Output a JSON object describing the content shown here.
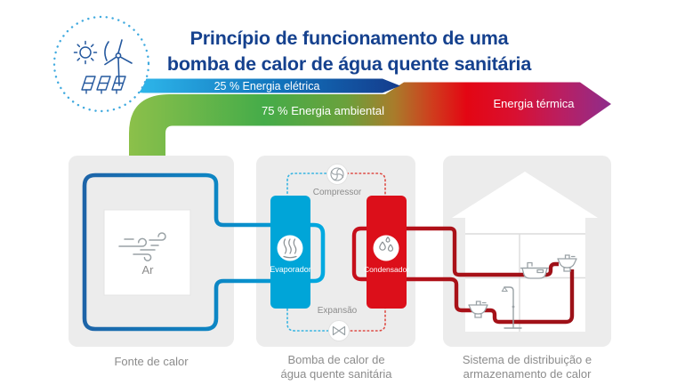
{
  "title": {
    "line1": "Princípio de funcionamento de uma",
    "line2": "bomba de calor de água quente sanitária"
  },
  "ribbon": {
    "electric": "25 % Energia elétrica",
    "ambient": "75 % Energia ambiental",
    "thermal": "Energia térmica"
  },
  "source": {
    "air": "Ar",
    "caption": "Fonte de calor"
  },
  "pump": {
    "compressor": "Compressor",
    "expansion": "Expansão",
    "evaporator": "Evaporador",
    "condenser": "Condensador",
    "caption1": "Bomba de calor de",
    "caption2": "água quente sanitária"
  },
  "distribution": {
    "caption1": "Sistema de distribuição e",
    "caption2": "armazenamento de calor"
  },
  "icons": {
    "badge": [
      "sun-icon",
      "wind-turbine-icon",
      "solar-panels-icon"
    ],
    "source": [
      "wind-gust-icon"
    ],
    "pump": [
      "fan-icon",
      "steam-icon",
      "drops-icon",
      "valve-icon"
    ],
    "house": [
      "bathtub-icon",
      "sink-icon",
      "shower-icon"
    ]
  },
  "colors": {
    "title_blue": "#15418e",
    "electric_cyan": "#2fb9ec",
    "electric_blue": "#143c8d",
    "ambient_green": "#7ab648",
    "thermal_red": "#e30613",
    "thermal_purple": "#8e2d8c",
    "panel_gray": "#ececec",
    "text_gray": "#8c8c8c",
    "evaporator_cyan": "#00a5d8",
    "condenser_red": "#dc0f1a",
    "pipe_blue_dark": "#1d64a8",
    "pipe_cyan": "#00a9e0",
    "pipe_red_dark": "#9c1118",
    "pipe_red": "#c60f1b"
  }
}
